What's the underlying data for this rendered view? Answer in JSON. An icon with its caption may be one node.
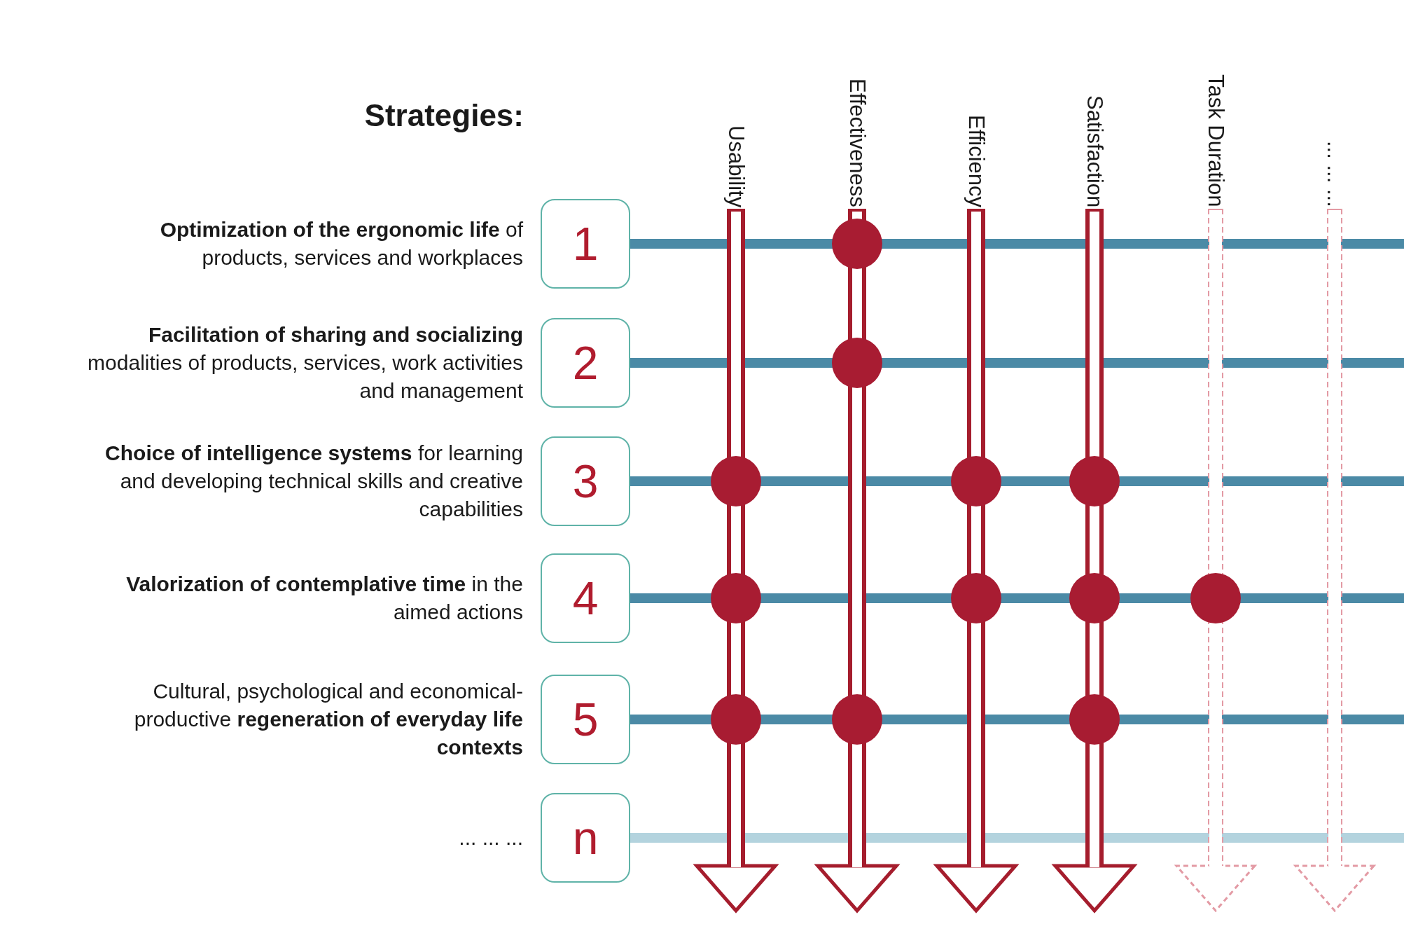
{
  "diagram": {
    "nodes": [
      {
        "text": [
          "Usability"
        ]
      },
      {
        "text": [
          "Effectiveness"
        ]
      },
      {
        "text": [
          "Efficiency"
        ]
      },
      {
        "text": [
          "Satisfaction"
        ]
      },
      {
        "text": [
          "Task Duration"
        ]
      },
      {
        "text": [
          "... ... ..."
        ]
      },
      {
        "text": [
          "1"
        ],
        "beside": [
          "**Optimization of the ergonomic life** of products, services and workplaces"
        ]
      },
      {
        "text": [
          "2"
        ],
        "beside": [
          "**Facilitation of sharing and socializing** modalities of products, services, work activities and management"
        ]
      },
      {
        "text": [
          "3"
        ],
        "beside": [
          "**Choice of intelligence systems** for learning and developing technical skills and creative capabilities"
        ]
      },
      {
        "text": [
          "4"
        ],
        "beside": [
          "**Valorization of contemplative time** in the aimed actions"
        ]
      },
      {
        "text": [
          "5"
        ],
        "beside": [
          "Cultural, psychological and economical-productive **regeneration of everyday life contexts**"
        ]
      },
      {
        "text": [
          "n"
        ],
        "beside": [
          "... ... ..."
        ]
      },
      {
        "text": [],
        "shape": "circle"
      },
      {
        "text": [],
        "shape": "circle"
      },
      {
        "text": [],
        "shape": "circle"
      },
      {
        "text": [],
        "shape": "circle"
      },
      {
        "text": [],
        "shape": "circle"
      },
      {
        "text": [],
        "shape": "circle"
      },
      {
        "text": [],
        "shape": "circle"
      },
      {
        "text": [],
        "shape": "circle"
      },
      {
        "text": [],
        "shape": "circle"
      },
      {
        "text": [],
        "shape": "circle"
      },
      {
        "text": [],
        "shape": "circle"
      },
      {
        "text": [],
        "shape": "circle"
      }
    ],
    "edges": [
      {
        "from": 6,
        "to": null,
        "arrow": "none",
        "color": "#4b8aa6"
      },
      {
        "from": 7,
        "to": null,
        "arrow": "none",
        "color": "#4b8aa6"
      },
      {
        "from": 8,
        "to": null,
        "arrow": "none",
        "color": "#4b8aa6"
      },
      {
        "from": 9,
        "to": null,
        "arrow": "none",
        "color": "#4b8aa6"
      },
      {
        "from": 10,
        "to": null,
        "arrow": "none",
        "color": "#4b8aa6"
      },
      {
        "from": 11,
        "to": null,
        "arrow": "none",
        "color": "#b3d3de"
      },
      {
        "from": 0,
        "to": null,
        "arrow": "to",
        "style": "thick",
        "color": "#a51d2d"
      },
      {
        "from": 1,
        "to": null,
        "arrow": "to",
        "style": "thick",
        "color": "#a51d2d"
      },
      {
        "from": 2,
        "to": null,
        "arrow": "to",
        "style": "thick",
        "color": "#a51d2d"
      },
      {
        "from": 3,
        "to": null,
        "arrow": "to",
        "style": "thick",
        "color": "#a51d2d"
      },
      {
        "from": 4,
        "to": null,
        "arrow": "to",
        "style": "dashed",
        "color": "#e39aa4"
      },
      {
        "from": 5,
        "to": null,
        "arrow": "to",
        "style": "dashed",
        "color": "#e39aa4"
      }
    ],
    "labels": [
      "Strategies:"
    ]
  }
}
